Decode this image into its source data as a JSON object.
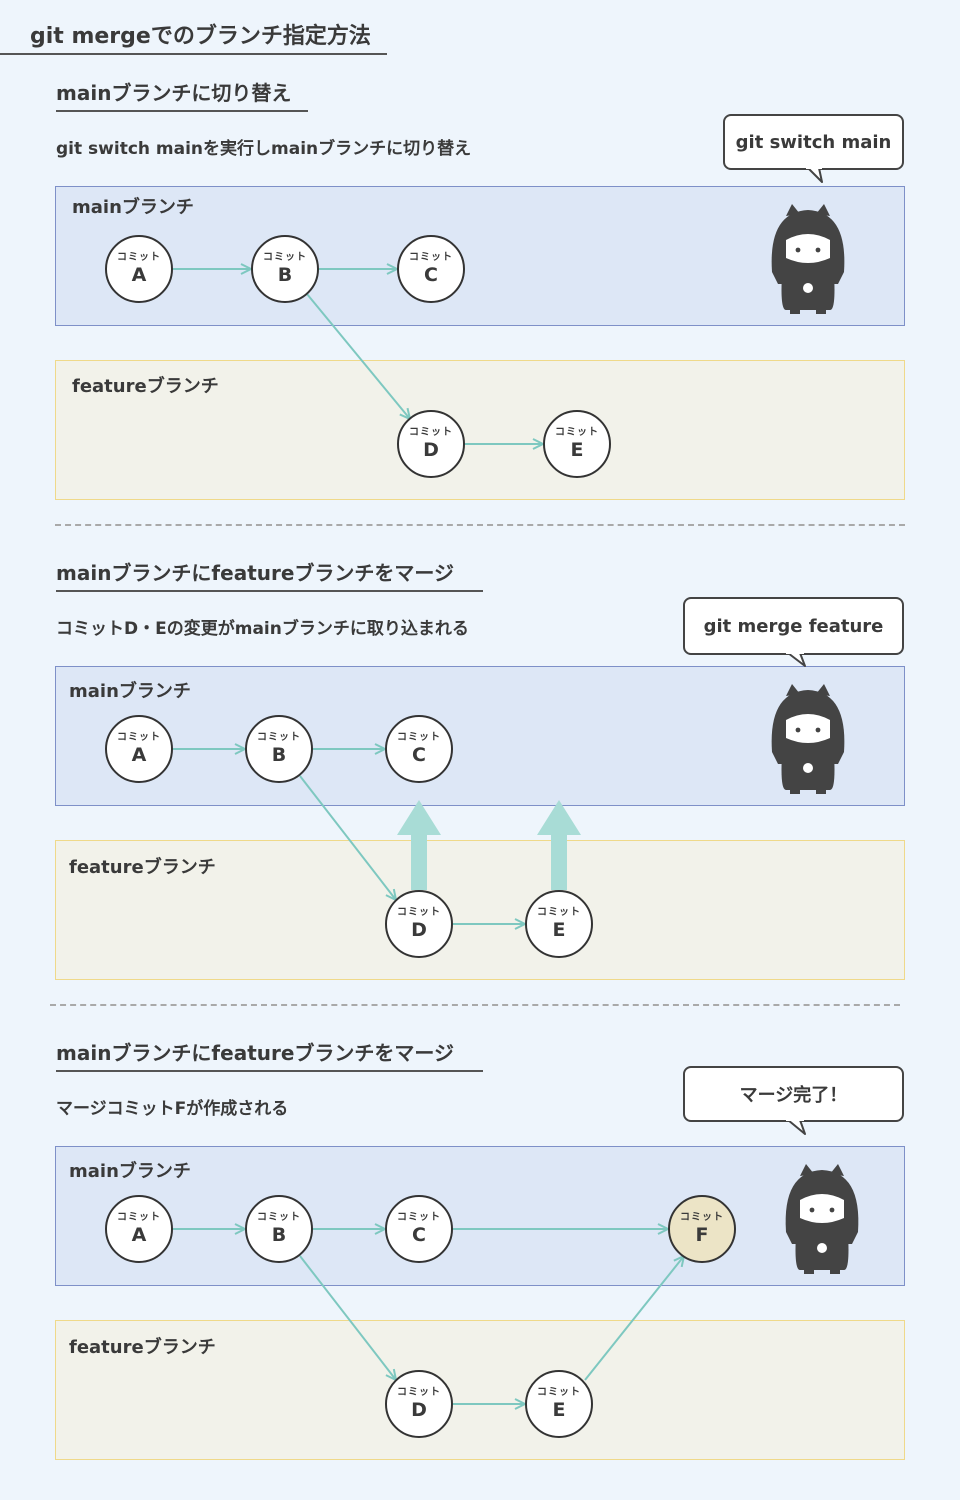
{
  "page_title": "git mergeでのブランチ指定方法",
  "commit_kind_label": "コミット",
  "sections": [
    {
      "heading": "mainブランチに切り替え",
      "description": "git switch mainを実行しmainブランチに切り替え",
      "bubble": "git switch main",
      "main_branch_label": "mainブランチ",
      "feature_branch_label": "featureブランチ",
      "main_commits": [
        "A",
        "B",
        "C"
      ],
      "feature_commits": [
        "D",
        "E"
      ]
    },
    {
      "heading": "mainブランチにfeatureブランチをマージ",
      "description": "コミットD・Eの変更がmainブランチに取り込まれる",
      "bubble": "git merge feature",
      "main_branch_label": "mainブランチ",
      "feature_branch_label": "featureブランチ",
      "main_commits": [
        "A",
        "B",
        "C"
      ],
      "feature_commits": [
        "D",
        "E"
      ]
    },
    {
      "heading": "mainブランチにfeatureブランチをマージ",
      "description": "マージコミットFが作成される",
      "bubble": "マージ完了！",
      "main_branch_label": "mainブランチ",
      "feature_branch_label": "featureブランチ",
      "main_commits": [
        "A",
        "B",
        "C",
        "F"
      ],
      "feature_commits": [
        "D",
        "E"
      ]
    }
  ],
  "colors": {
    "main_band": "#dde7f6",
    "feature_band": "#f2f2ea",
    "arrow": "#7ec8c0",
    "merge_arrow": "#a8dcd6",
    "merge_commit": "#ece4c6",
    "character": "#444444"
  },
  "icons": {
    "character": "girl-character-icon"
  }
}
